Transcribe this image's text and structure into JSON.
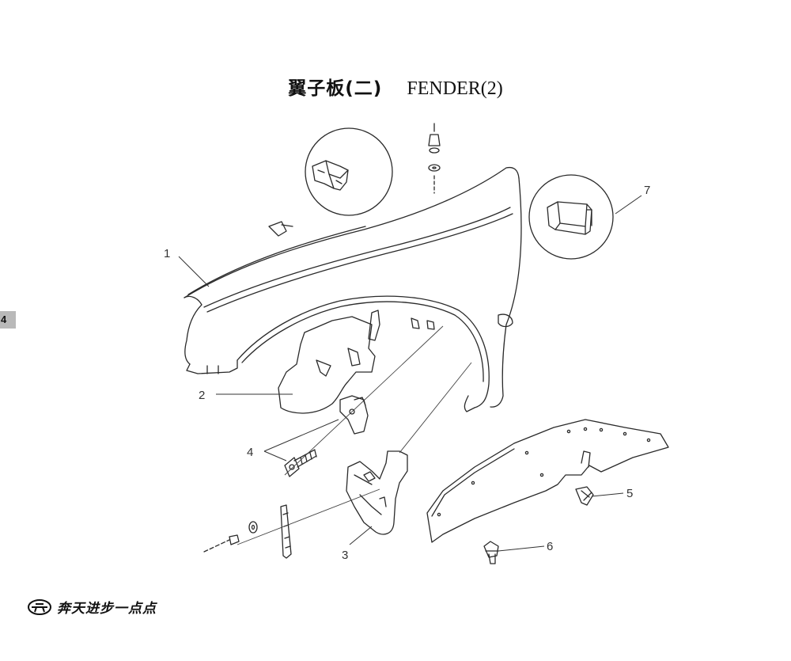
{
  "title": {
    "cn": "翼子板(二)",
    "en": "FENDER(2)"
  },
  "page_tab": "4",
  "callouts": [
    {
      "num": "1",
      "part": "fender"
    },
    {
      "num": "2",
      "part": "inner-fender-liner"
    },
    {
      "num": "3",
      "part": "mud-flap"
    },
    {
      "num": "4",
      "part": "screw-and-clip"
    },
    {
      "num": "5",
      "part": "push-clip"
    },
    {
      "num": "6",
      "part": "fastener"
    },
    {
      "num": "7",
      "part": "bracket"
    }
  ],
  "footer": {
    "brand": "奔天进步一点点"
  },
  "colors": {
    "line": "#2a2a2a",
    "tab": "#b9b9b9"
  }
}
